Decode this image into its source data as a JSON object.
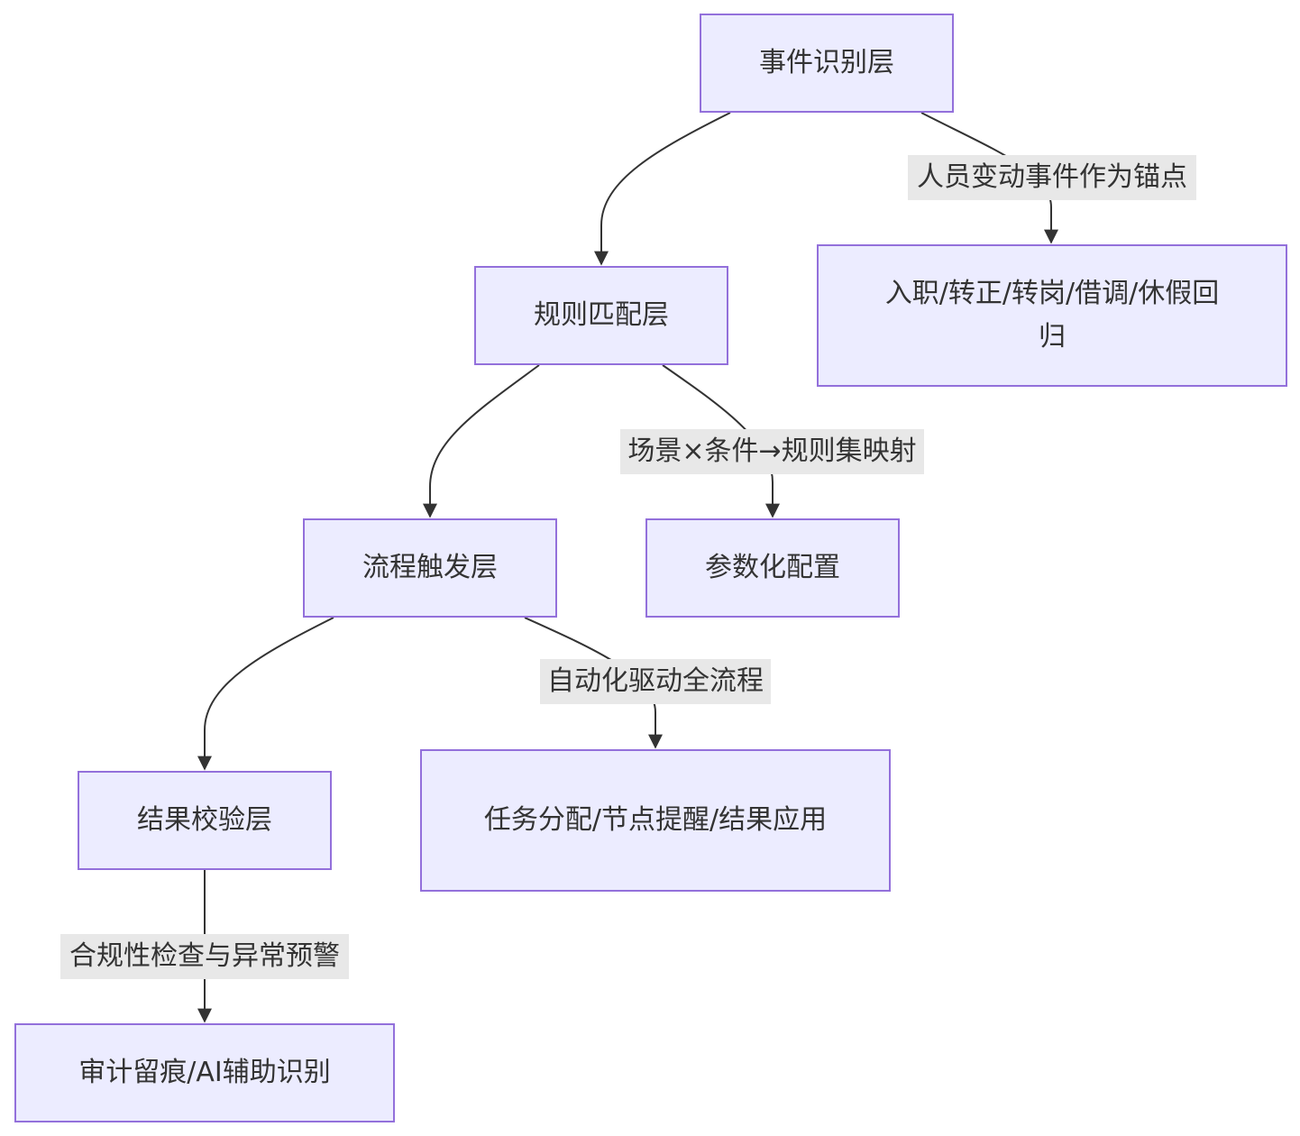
{
  "nodes": {
    "event_layer": "事件识别层",
    "event_types": "入职/转正/转岗/借调/休假回归",
    "rule_layer": "规则匹配层",
    "param_config": "参数化配置",
    "process_layer": "流程触发层",
    "task_ops": "任务分配/节点提醒/结果应用",
    "verify_layer": "结果校验层",
    "audit": "审计留痕/AI辅助识别"
  },
  "edge_labels": {
    "event_anchor": "人员变动事件作为锚点",
    "rule_mapping": "场景×条件→规则集映射",
    "automation": "自动化驱动全流程",
    "compliance": "合规性检查与异常预警"
  },
  "colors": {
    "node_fill": "#ECECFF",
    "node_border": "#9370DB",
    "edge": "#333333",
    "label_bg": "#e8e8e8"
  }
}
